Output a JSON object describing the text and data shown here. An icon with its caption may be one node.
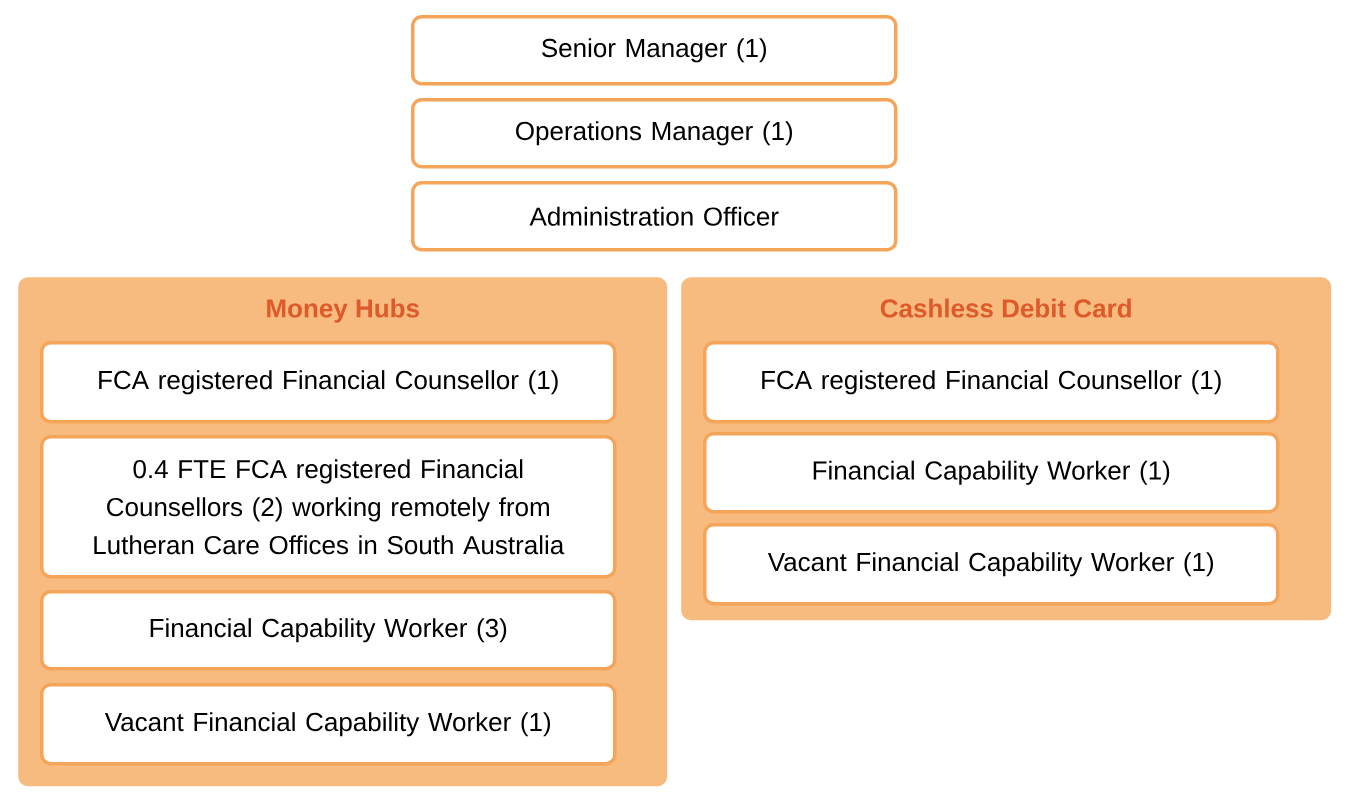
{
  "diagram": {
    "nodes": [
      {
        "text": [
          "Senior Manager (1)"
        ]
      },
      {
        "text": [
          "Operations Manager (1)"
        ]
      },
      {
        "text": [
          "Administration Officer"
        ]
      },
      {
        "text": [
          "Money Hubs"
        ]
      },
      {
        "text": [
          "FCA registered Financial Counsellor (1)"
        ],
        "in": 3
      },
      {
        "text": [
          "0.4 FTE FCA registered Financial Counsellors (2) working remotely from Lutheran Care Offices in South Australia"
        ],
        "in": 3
      },
      {
        "text": [
          "Financial Capability Worker (3)"
        ],
        "in": 3
      },
      {
        "text": [
          "Vacant Financial Capability Worker (1)"
        ],
        "in": 3
      },
      {
        "text": [
          "Cashless Debit Card"
        ]
      },
      {
        "text": [
          "FCA registered Financial Counsellor (1)"
        ],
        "in": 8
      },
      {
        "text": [
          "Financial Capability Worker (1)"
        ],
        "in": 8
      },
      {
        "text": [
          "Vacant Financial Capability Worker (1)"
        ],
        "in": 8
      }
    ]
  }
}
